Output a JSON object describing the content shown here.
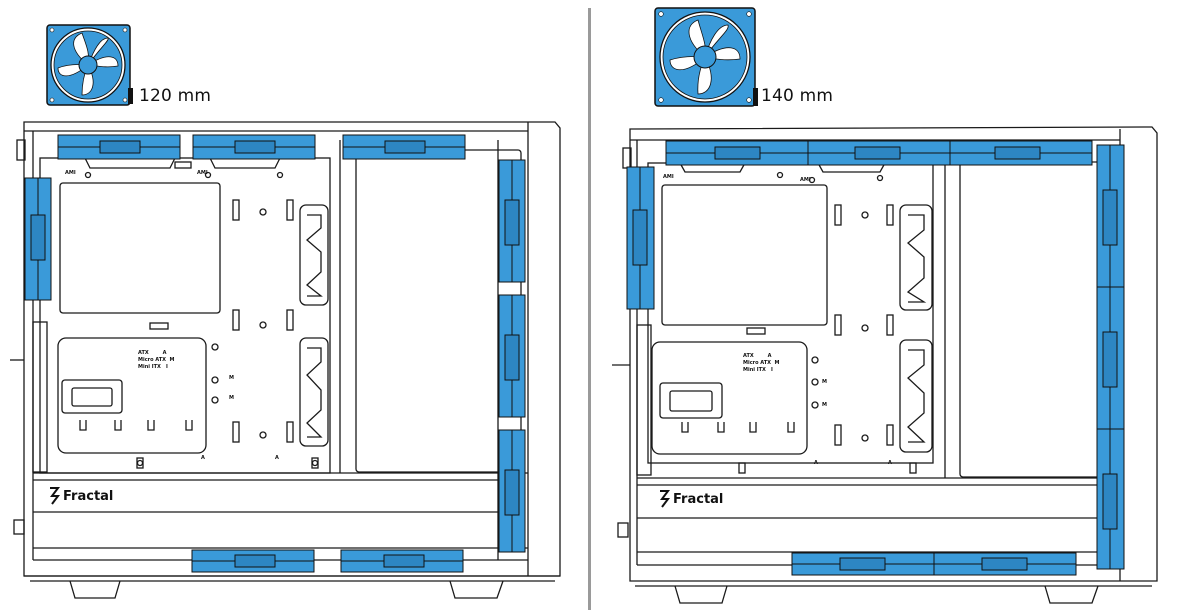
{
  "fan_small": {
    "label": "120 mm"
  },
  "fan_large": {
    "label": "140 mm"
  },
  "brand": {
    "name": "Fractal"
  },
  "mb_text": {
    "line1": "ATX        A",
    "line2": "Micro ATX  M",
    "line3": "Mini ITX   I"
  },
  "standoff_labels": {
    "am": "AMI",
    "m": "M",
    "a": "A"
  },
  "colors": {
    "fan_blue": "#3a9ad9",
    "line": "#1a1a1a",
    "divider": "#9a9a9a"
  }
}
